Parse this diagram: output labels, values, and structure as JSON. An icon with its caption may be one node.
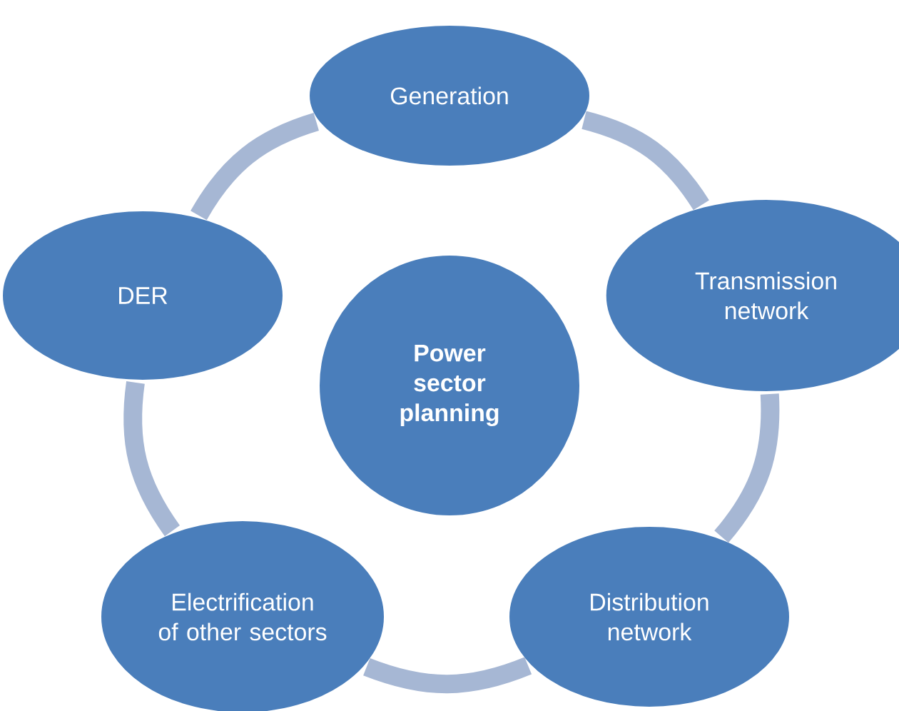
{
  "diagram": {
    "nodes": [
      {
        "text": [
          "Generation"
        ]
      },
      {
        "text": [
          "DER"
        ]
      },
      {
        "text": [
          "Transmission network"
        ]
      },
      {
        "text": [
          "Power sector planning"
        ]
      },
      {
        "text": [
          "Electrification of other sectors"
        ]
      },
      {
        "text": [
          "Distribution network"
        ]
      }
    ],
    "edges": [
      {
        "from": 0,
        "to": 2,
        "arrow": "none"
      },
      {
        "from": 2,
        "to": 5,
        "arrow": "none"
      },
      {
        "from": 5,
        "to": 4,
        "arrow": "none"
      },
      {
        "from": 4,
        "to": 1,
        "arrow": "none"
      },
      {
        "from": 1,
        "to": 0,
        "arrow": "none"
      }
    ]
  }
}
